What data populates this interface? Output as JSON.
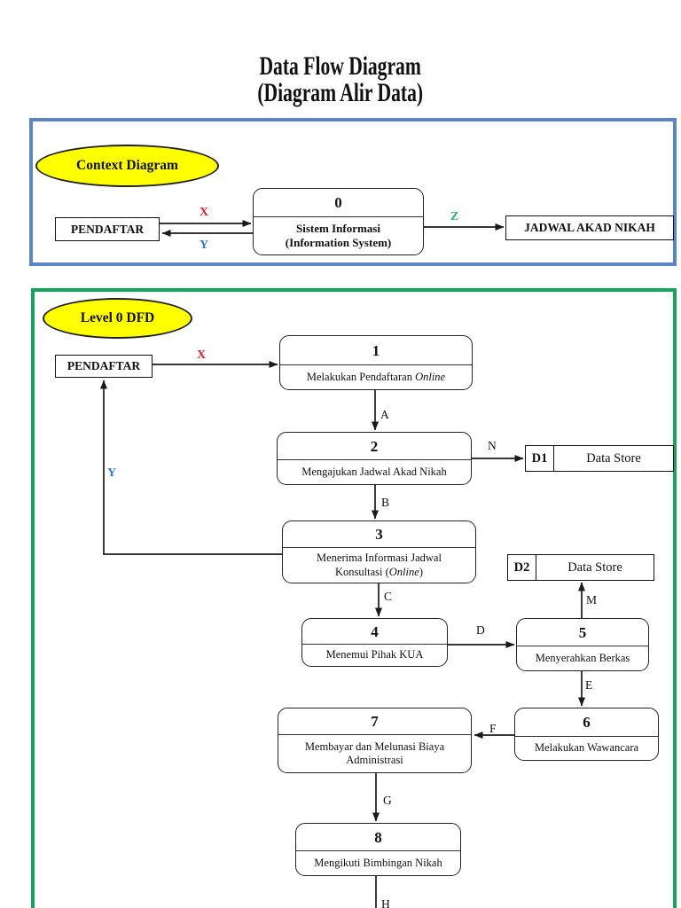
{
  "title": {
    "line1": "Data Flow Diagram",
    "line2": "(Diagram Alir Data)"
  },
  "colors": {
    "context_border": "#5b86c5",
    "level0_border": "#17a45a",
    "ellipse_fill": "#ffff00",
    "flow_x": "#e8202a",
    "flow_y": "#2e7bd0",
    "flow_z": "#22b573"
  },
  "context": {
    "badge": "Context Diagram",
    "entities": {
      "pendaftar": "PENDAFTAR",
      "jadwal": "JADWAL AKAD NIKAH"
    },
    "process0": {
      "number": "0",
      "line1": "Sistem Informasi",
      "line2": "(Information System)"
    },
    "flows": {
      "x": "X",
      "y": "Y",
      "z": "Z"
    }
  },
  "level0": {
    "badge": "Level 0 DFD",
    "entities": {
      "pendaftar": "PENDAFTAR"
    },
    "processes": [
      {
        "number": "1",
        "text_pre": "Melakukan Pendaftaran ",
        "text_italic": "Online"
      },
      {
        "number": "2",
        "text": "Mengajukan Jadwal Akad Nikah"
      },
      {
        "number": "3",
        "line1": "Menerima Informasi Jadwal",
        "line2_pre": "Konsultasi (",
        "line2_italic": "Online",
        "line2_post": ")"
      },
      {
        "number": "4",
        "text": "Menemui Pihak KUA"
      },
      {
        "number": "5",
        "text": "Menyerahkan Berkas"
      },
      {
        "number": "6",
        "text": "Melakukan Wawancara"
      },
      {
        "number": "7",
        "line1": "Membayar dan Melunasi Biaya",
        "line2": "Administrasi"
      },
      {
        "number": "8",
        "text": "Mengikuti Bimbingan Nikah"
      }
    ],
    "datastores": [
      {
        "id": "D1",
        "label": "Data Store"
      },
      {
        "id": "D2",
        "label": "Data Store"
      }
    ],
    "flows": {
      "x": "X",
      "y": "Y",
      "a": "A",
      "b": "B",
      "c": "C",
      "d": "D",
      "e": "E",
      "f": "F",
      "g": "G",
      "h": "H",
      "m": "M",
      "n": "N"
    }
  }
}
